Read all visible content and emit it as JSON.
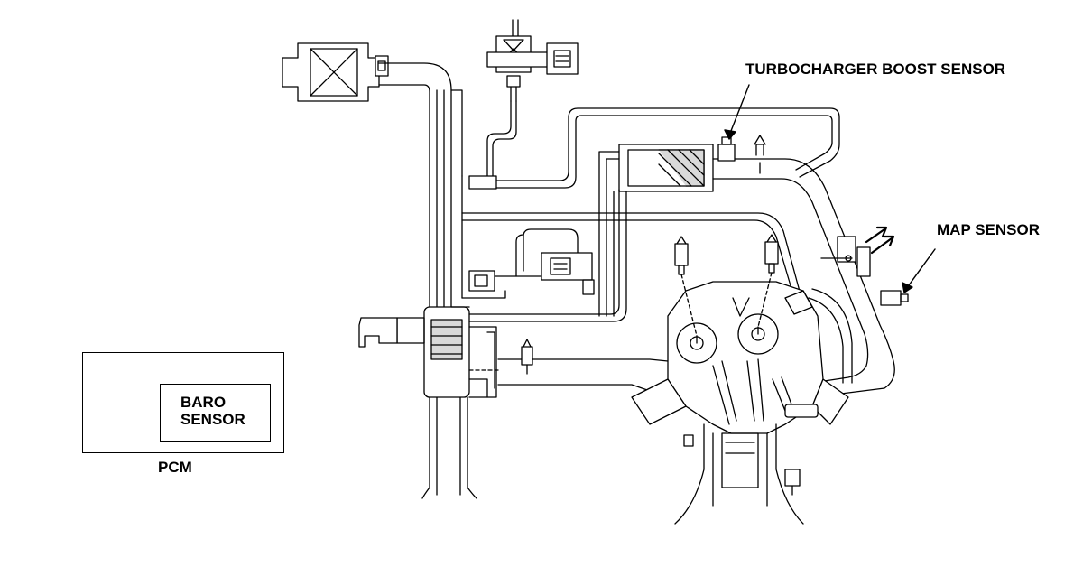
{
  "labels": {
    "turbo_boost_sensor": "TURBOCHARGER BOOST SENSOR",
    "map_sensor": "MAP SENSOR",
    "pcm": "PCM",
    "baro_line1": "BARO",
    "baro_line2": "SENSOR"
  },
  "colors": {
    "line": "#000000",
    "fill": "#ffffff",
    "shade": "#d9d9d9"
  }
}
